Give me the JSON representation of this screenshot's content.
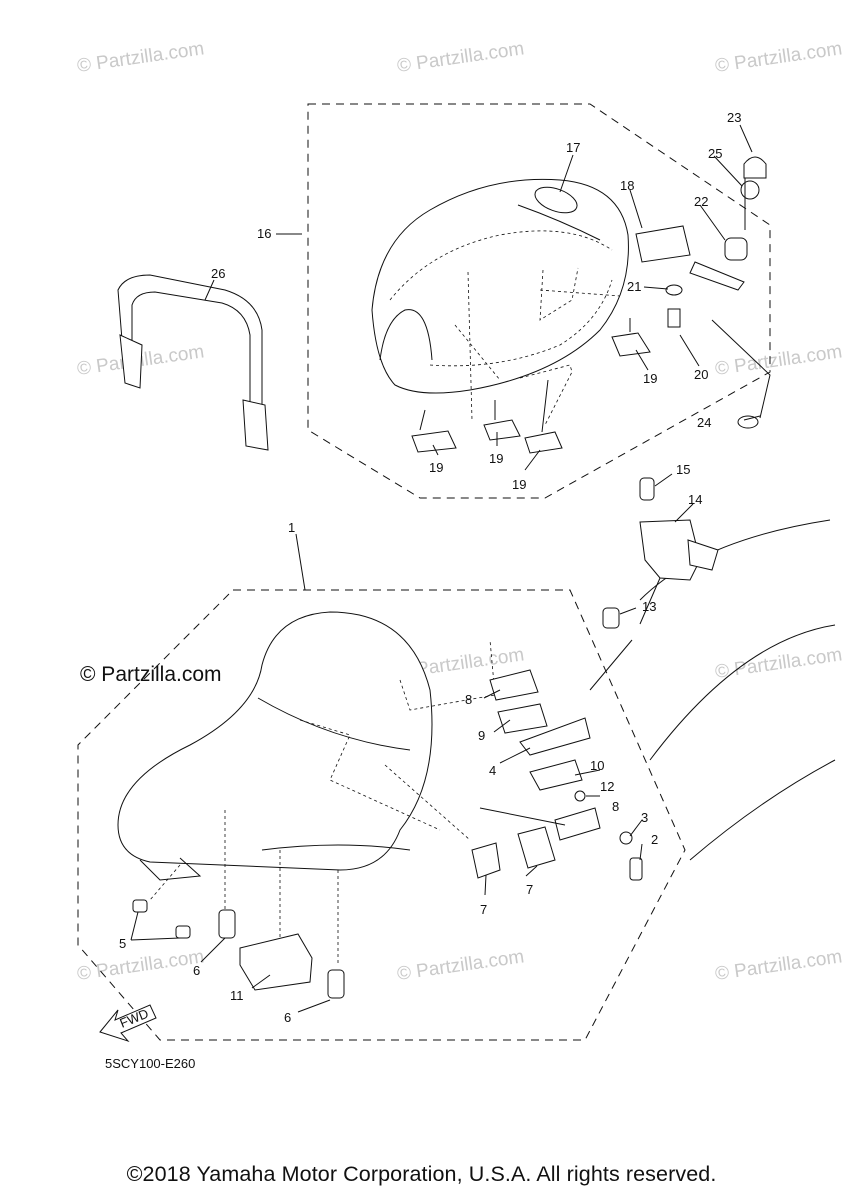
{
  "diagram": {
    "watermark": "© Partzilla.com",
    "brand": "© Partzilla.com",
    "part_number": "5SCY100-E260",
    "fwd_label": "FWD",
    "copyright": "©2018 Yamaha Motor Corporation, U.S.A. All rights reserved.",
    "callouts": [
      "1",
      "2",
      "3",
      "4",
      "5",
      "6",
      "6",
      "7",
      "7",
      "8",
      "8",
      "9",
      "10",
      "11",
      "12",
      "13",
      "14",
      "15",
      "16",
      "17",
      "18",
      "19",
      "19",
      "19",
      "19",
      "20",
      "21",
      "22",
      "23",
      "24",
      "25",
      "26"
    ]
  }
}
